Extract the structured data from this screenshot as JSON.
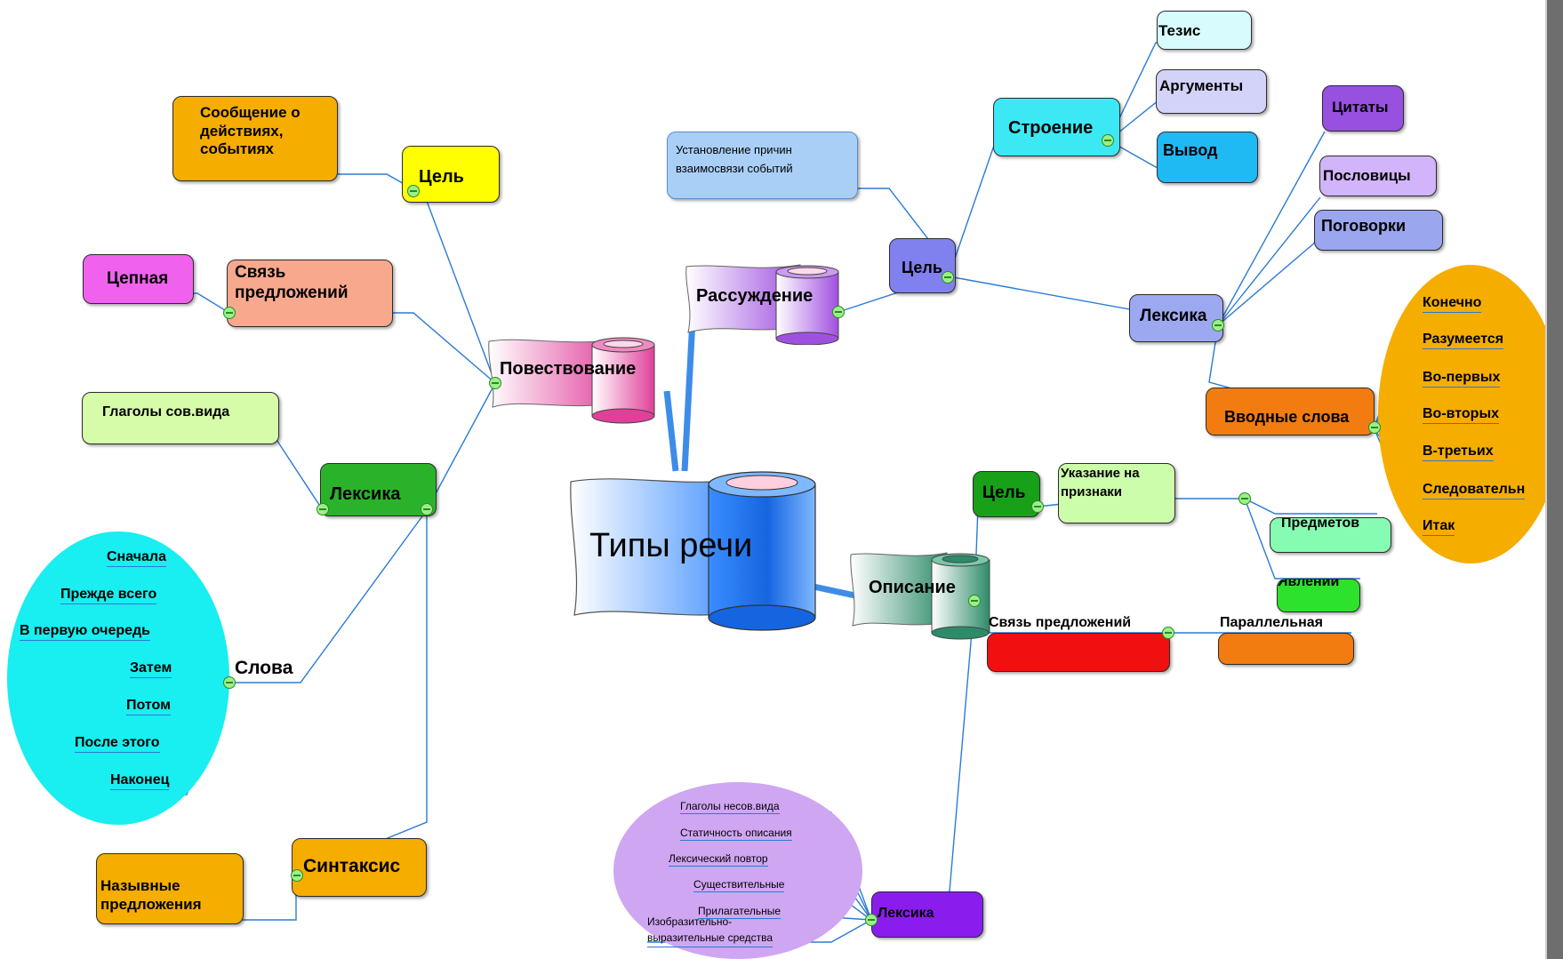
{
  "central": "Типы речи",
  "types": {
    "narration": "Повествование",
    "reasoning": "Рассуждение",
    "description": "Описание"
  },
  "narration": {
    "goal": "Цель",
    "goal_text": "Сообщение о\nдействиях,\nсобытиях",
    "link": "Связь\nпредложений",
    "chain": "Цепная",
    "lexis": "Лексика",
    "verbs": "Глаголы сов.вида",
    "words": "Слова",
    "word_list": [
      "Сначала",
      "Прежде всего",
      "В первую очередь",
      "Затем",
      "Потом",
      "После этого",
      "Наконец"
    ],
    "syntax": "Синтаксис",
    "nominal": "Назывные\nпредложения"
  },
  "reasoning": {
    "goal": "Цель",
    "goal_text": "Установление причин\nвзаимосвязи событий",
    "structure": "Строение",
    "structure_items": [
      "Тезис",
      "Аргументы",
      "Вывод"
    ],
    "lexis": "Лексика",
    "lexis_items": [
      "Цитаты",
      "Пословицы",
      "Поговорки"
    ],
    "intro": "Вводные слова",
    "intro_words": [
      "Конечно",
      "Разумеется",
      "Во-первых",
      "Во-вторых",
      "В-третьих",
      "Следовательн",
      "Итак"
    ]
  },
  "description": {
    "goal": "Цель",
    "goal_text": "Указание на\nпризнаки",
    "objects": "Предметов",
    "phenomena": "Явлений",
    "link": "Связь предложений",
    "parallel": "Параллельная",
    "lexis": "Лексика",
    "lexis_items": [
      "Глаголы несов.вида",
      "Статичность описания",
      "Лексический повтор",
      "Существительные",
      "Прилагательные",
      "Изобразительно-\nвыразительные средства"
    ]
  },
  "colors": {
    "link_line": "#2a7bd6",
    "narration": "#e0409a",
    "reasoning": "#a050e0",
    "description": "#2e8b6a",
    "central": "#3c8dff"
  }
}
